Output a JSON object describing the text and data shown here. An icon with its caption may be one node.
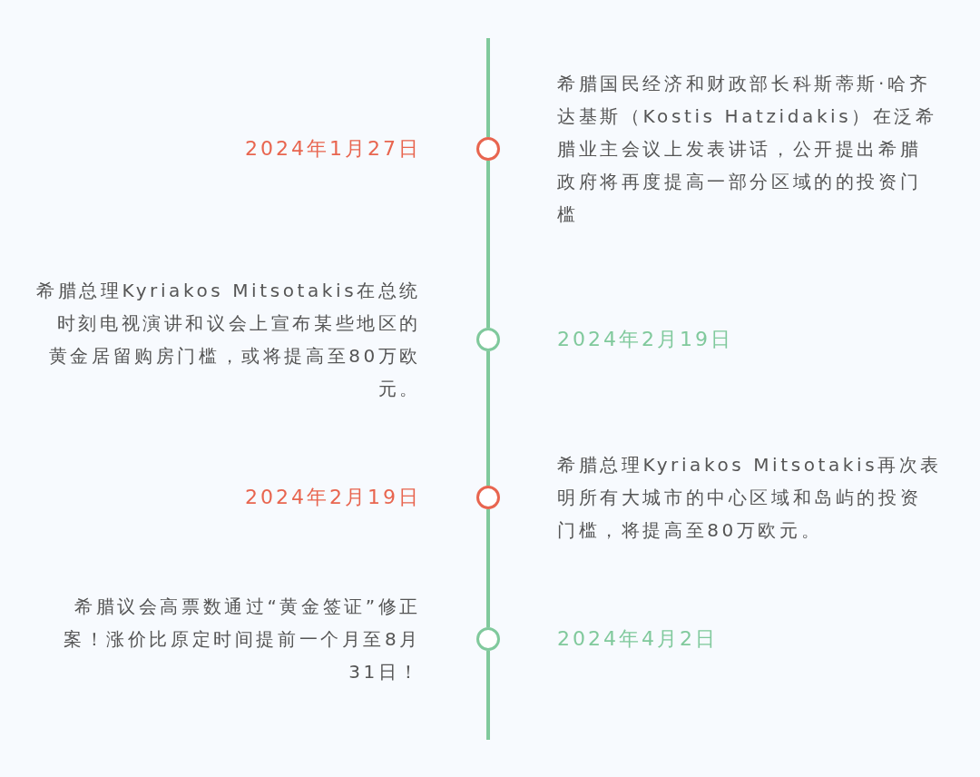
{
  "diagram": {
    "nodes": [
      {
        "text": [],
        "shape": "circle",
        "beside": [
          "2024年1月27日",
          "希腊国民经济和财政部长科斯蒂斯·哈齐达基斯（Kostis Hatzidakis）在泛希腊业主会议上发表讲话，公开提出希腊政府将再度提高一部分区域的的投资门槛"
        ]
      },
      {
        "text": [],
        "shape": "circle",
        "beside": [
          "2024年2月19日",
          "希腊总理Kyriakos Mitsotakis在总统时刻电视演讲和议会上宣布某些地区的黄金居留购房门槛，或将提高至80万欧元。"
        ]
      },
      {
        "text": [],
        "shape": "circle",
        "beside": [
          "2024年2月19日",
          "希腊总理Kyriakos Mitsotakis再次表明所有大城市的中心区域和岛屿的投资门槛，将提高至80万欧元。"
        ]
      },
      {
        "text": [],
        "shape": "circle",
        "beside": [
          "2024年4月2日",
          "希腊议会高票数通过“黄金签证”修正案！涨价比原定时间提前一个月至8月31日！"
        ]
      }
    ],
    "edges": [
      {
        "from": null,
        "to": 0,
        "arrow": "none"
      },
      {
        "from": 0,
        "to": 1,
        "arrow": "none"
      },
      {
        "from": 1,
        "to": 2,
        "arrow": "none"
      },
      {
        "from": 2,
        "to": 3,
        "arrow": "none"
      },
      {
        "from": 3,
        "to": null,
        "arrow": "none"
      }
    ]
  }
}
